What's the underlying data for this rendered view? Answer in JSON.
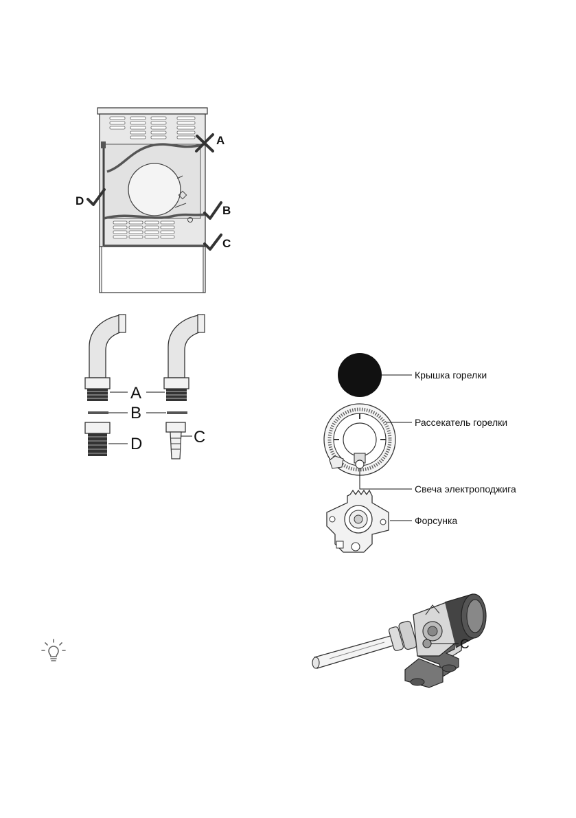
{
  "stove_rear": {
    "labels": {
      "a": "A",
      "b": "B",
      "c": "C",
      "d": "D"
    }
  },
  "connectors": {
    "labels": {
      "a": "A",
      "b": "B",
      "c": "C",
      "d": "D"
    }
  },
  "burner": {
    "cap": "Крышка горелки",
    "spreader": "Рассекатель горелки",
    "ignition": "Свеча электроподжига",
    "injector": "Форсунка"
  },
  "valve": {
    "label": "C"
  },
  "icons": {
    "tip": "lightbulb-icon"
  }
}
